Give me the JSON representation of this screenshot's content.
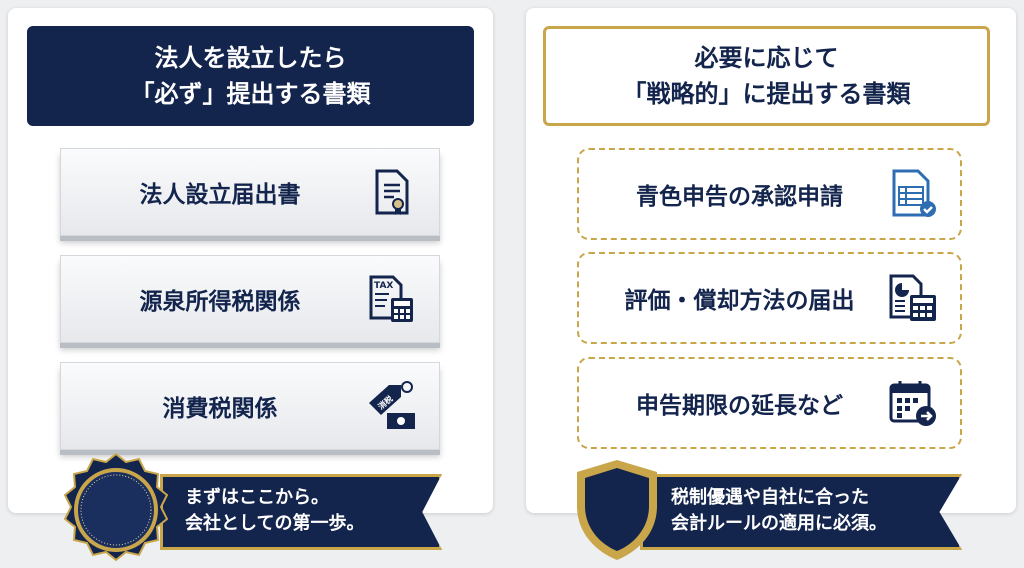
{
  "left": {
    "title_line1": "法人を設立したら",
    "title_line2": "「必ず」提出する書類",
    "items": [
      {
        "label": "法人設立届出書",
        "icon": "certificate-icon"
      },
      {
        "label": "源泉所得税関係",
        "icon": "tax-calculator-icon",
        "icon_text": "TAX"
      },
      {
        "label": "消費税関係",
        "icon": "tax-tag-icon",
        "icon_text": "消税"
      }
    ],
    "badge_line1": "まずはここから。",
    "badge_line2": "会社としての第一歩。"
  },
  "right": {
    "title_line1": "必要に応じて",
    "title_line2": "「戦略的」に提出する書類",
    "items": [
      {
        "label": "青色申告の承認申請",
        "icon": "approved-document-icon"
      },
      {
        "label": "評価・償却方法の届出",
        "icon": "report-calculator-icon"
      },
      {
        "label": "申告期限の延長など",
        "icon": "calendar-arrow-icon"
      }
    ],
    "badge_line1": "税制優遇や自社に合った",
    "badge_line2": "会計ルールの適用に必須。"
  },
  "colors": {
    "navy": "#13244d",
    "gold": "#c9a64a",
    "blue": "#2f6db3"
  }
}
